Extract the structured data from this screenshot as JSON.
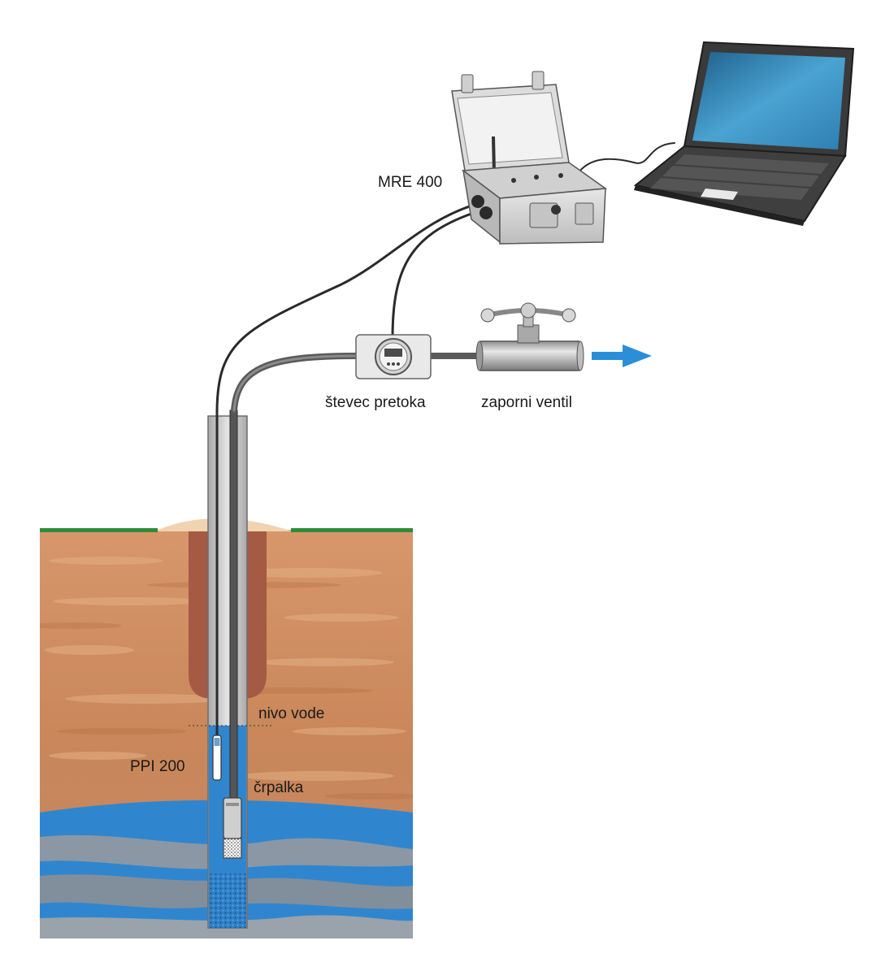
{
  "labels": {
    "logger": "MRE 400",
    "flow_meter": "števec pretoka",
    "valve": "zaporni ventil",
    "water_level": "nivo vode",
    "sensor": "PPI 200",
    "pump": "črpalka"
  },
  "colors": {
    "soil": "#c98a5c",
    "soil_light": "#dfae82",
    "clay_plug": "#a45a43",
    "grass": "#2e8b3a",
    "mound": "#f1d3b1",
    "water": "#2f86cf",
    "aquifer_gray": "#9a9a9c",
    "casing": "#c9c9c9",
    "cable": "#333333",
    "flow_arrow": "#2a8fd8",
    "laptop_body": "#3a3a3a",
    "laptop_screen": "#3a8fc0"
  },
  "icons": {
    "laptop": "laptop-icon",
    "logger_case": "datalogger-case-icon",
    "flow_meter": "flow-meter-icon",
    "valve": "valve-icon",
    "arrow": "flow-direction-arrow-icon"
  }
}
